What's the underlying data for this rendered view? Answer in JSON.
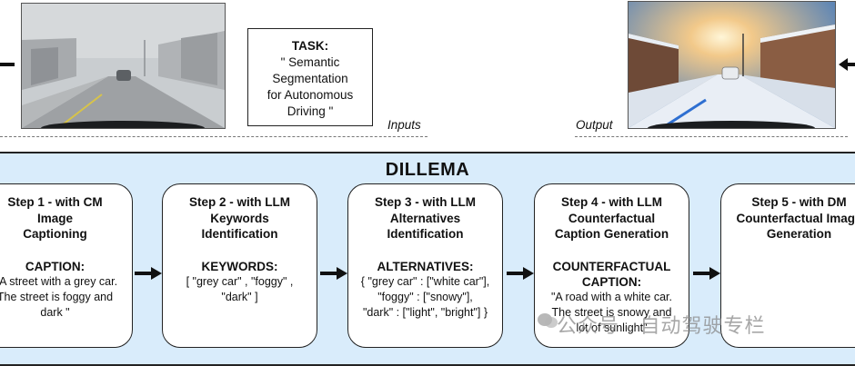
{
  "task": {
    "heading": "TASK:",
    "lines": [
      "\" Semantic",
      "Segmentation",
      "for Autonomous",
      "Driving \""
    ]
  },
  "labels": {
    "inputs": "Inputs",
    "output": "Output"
  },
  "panel": {
    "title": "DILLEMA"
  },
  "steps": [
    {
      "title_lines": [
        "Step 1 - with CM",
        "Image",
        "Captioning"
      ],
      "heading": "CAPTION:",
      "body_lines": [
        "\" A street with a grey car.",
        "The street is foggy and",
        "dark \""
      ]
    },
    {
      "title_lines": [
        "Step 2 - with LLM",
        "Keywords",
        "Identification"
      ],
      "heading": "KEYWORDS:",
      "body_lines": [
        "[ \"grey car\" , \"foggy\" ,",
        "\"dark\" ]"
      ]
    },
    {
      "title_lines": [
        "Step 3 - with LLM",
        "Alternatives",
        "Identification"
      ],
      "heading": "ALTERNATIVES:",
      "body_lines": [
        "{ \"grey car\" : [\"white car\"],",
        "\"foggy\" : [\"snowy\"],",
        "\"dark\" : [\"light\", \"bright\"] }"
      ]
    },
    {
      "title_lines": [
        "Step 4 - with LLM",
        "Counterfactual",
        "Caption Generation"
      ],
      "heading": "COUNTERFACTUAL\nCAPTION:",
      "body_lines": [
        "\"A road with a white car.",
        "The street is snowy and",
        "lot of sunlight\""
      ]
    },
    {
      "title_lines": [
        "Step 5 - with DM",
        "Counterfactual Image",
        "Generation"
      ],
      "heading": "",
      "body_lines": []
    }
  ],
  "watermark": "公众号 · 自动驾驶专栏",
  "colors": {
    "panel_bg": "#d9ecfb",
    "border": "#222222"
  }
}
